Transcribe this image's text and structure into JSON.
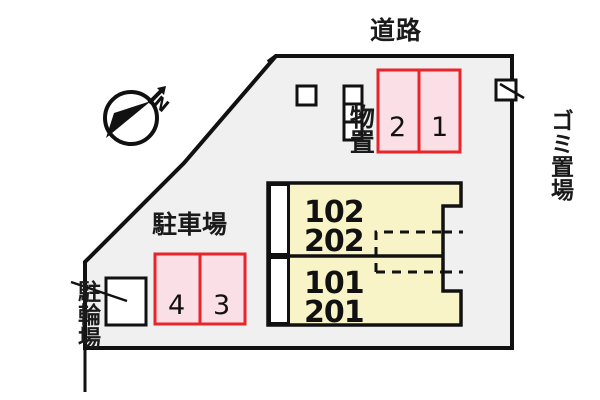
{
  "map": {
    "title": "apartment-site-plan",
    "colors": {
      "site_fill": "#f0f0f0",
      "site_stroke": "#111111",
      "building_fill": "#f8f4c8",
      "building_stroke": "#111111",
      "stall_fill": "#fbdfe7",
      "stall_stroke": "#e8252a",
      "box_fill": "#ffffff",
      "text": "#111111",
      "page_bg": "#ffffff"
    },
    "labels": {
      "road": "道路",
      "storage": "物置",
      "garbage": "ゴミ置場",
      "parking_lot": "駐車場",
      "bicycle_parking": "駐輪場"
    },
    "compass": {
      "name": "compass-rose",
      "north_letter": "N"
    },
    "parking_stalls": [
      {
        "id": "stall-2",
        "number": "2"
      },
      {
        "id": "stall-1",
        "number": "1"
      },
      {
        "id": "stall-4",
        "number": "4"
      },
      {
        "id": "stall-3",
        "number": "3"
      }
    ],
    "building_units": [
      {
        "id": "unit-102",
        "number": "102"
      },
      {
        "id": "unit-202",
        "number": "202"
      },
      {
        "id": "unit-101",
        "number": "101"
      },
      {
        "id": "unit-201",
        "number": "201"
      }
    ]
  }
}
